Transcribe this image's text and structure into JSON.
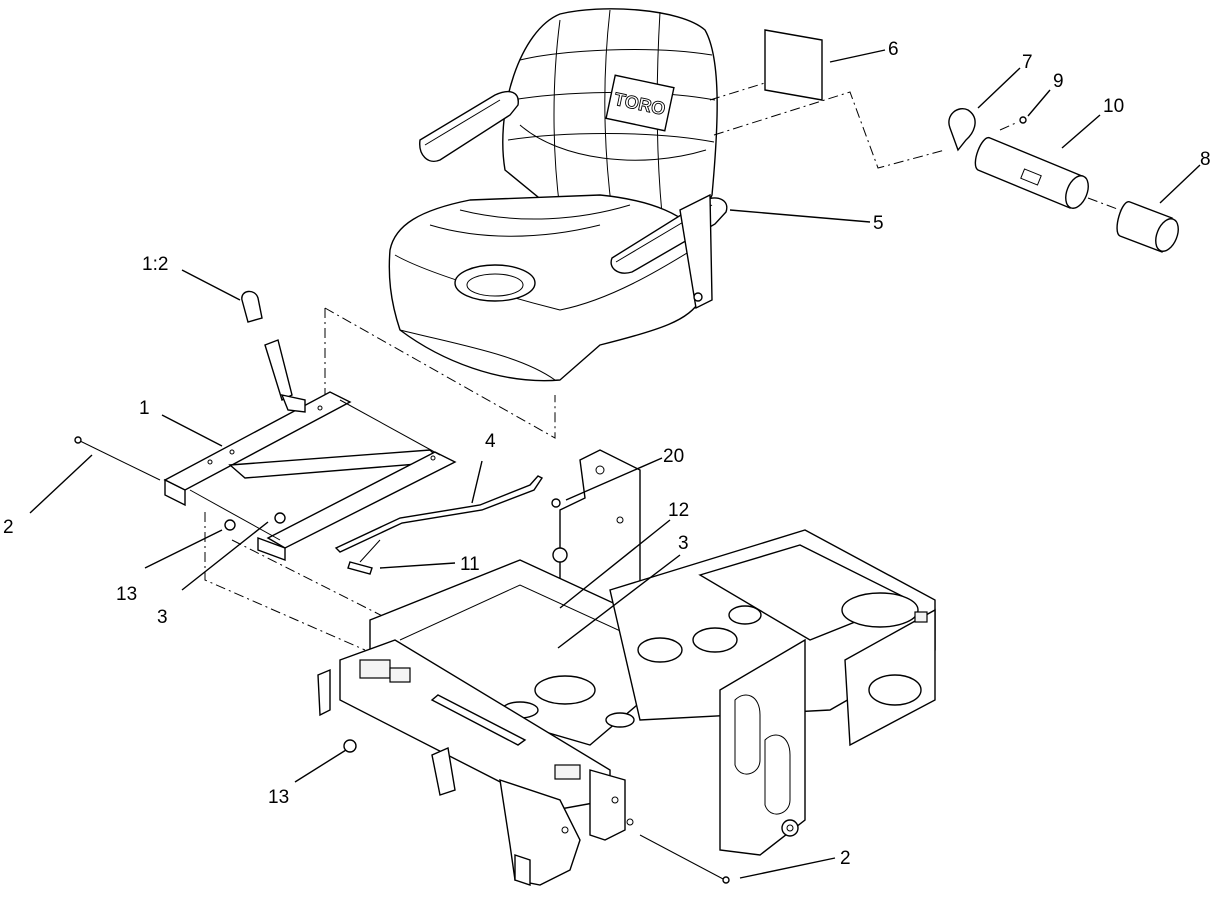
{
  "seat_logo": "TORO",
  "callouts": [
    {
      "id": "c-1-2",
      "text": "1:2"
    },
    {
      "id": "c-1",
      "text": "1"
    },
    {
      "id": "c-2-left",
      "text": "2"
    },
    {
      "id": "c-13-left",
      "text": "13"
    },
    {
      "id": "c-3-left",
      "text": "3"
    },
    {
      "id": "c-4",
      "text": "4"
    },
    {
      "id": "c-11",
      "text": "11"
    },
    {
      "id": "c-20",
      "text": "20"
    },
    {
      "id": "c-12",
      "text": "12"
    },
    {
      "id": "c-3-right",
      "text": "3"
    },
    {
      "id": "c-13-bottom",
      "text": "13"
    },
    {
      "id": "c-2-bottom",
      "text": "2"
    },
    {
      "id": "c-5",
      "text": "5"
    },
    {
      "id": "c-6",
      "text": "6"
    },
    {
      "id": "c-7",
      "text": "7"
    },
    {
      "id": "c-9",
      "text": "9"
    },
    {
      "id": "c-10",
      "text": "10"
    },
    {
      "id": "c-8",
      "text": "8"
    }
  ]
}
